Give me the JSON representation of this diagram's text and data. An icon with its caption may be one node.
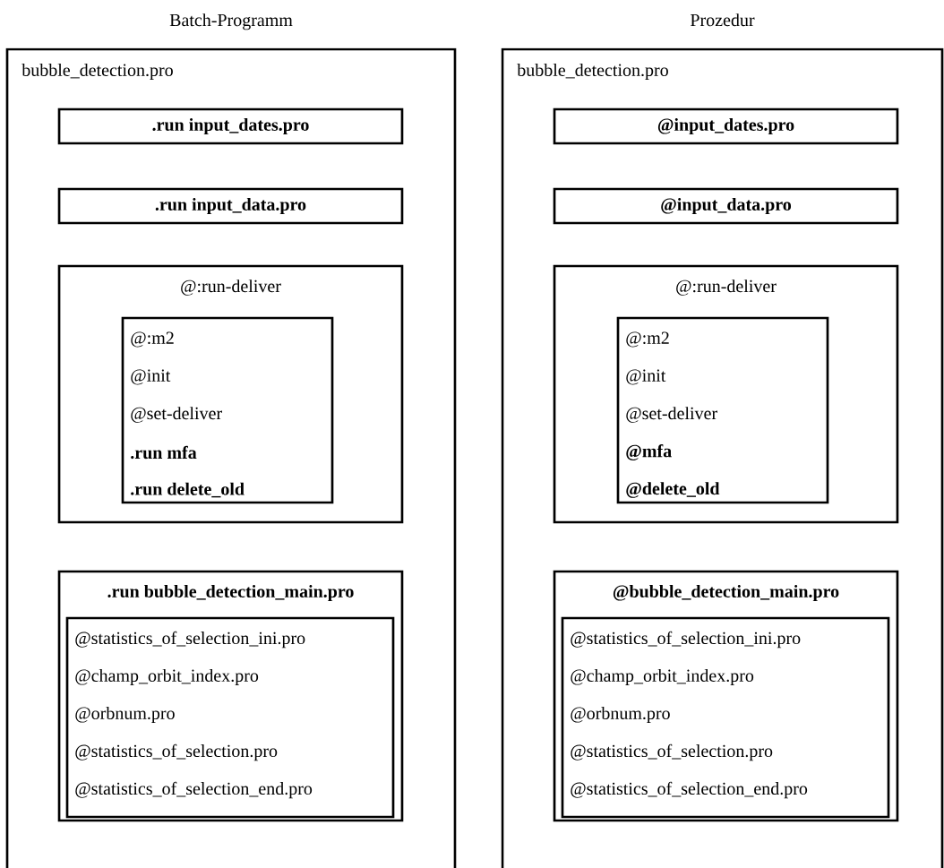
{
  "diagram": {
    "nodes": [
      {
        "text": [
          "Batch-Programm",
          "bubble_detection.pro"
        ]
      },
      {
        "text": [
          ".run input_dates.pro"
        ],
        "in": 0
      },
      {
        "text": [
          ".run input_data.pro"
        ],
        "in": 0
      },
      {
        "text": [
          "@:run-deliver"
        ],
        "in": 0
      },
      {
        "text": [
          "@:m2",
          "@init",
          "@set-deliver",
          ".run mfa",
          ".run delete_old"
        ],
        "in": 3
      },
      {
        "text": [
          ".run bubble_detection_main.pro"
        ],
        "in": 0
      },
      {
        "text": [
          "@statistics_of_selection_ini.pro",
          "@champ_orbit_index.pro",
          "@orbnum.pro",
          "@statistics_of_selection.pro",
          "@statistics_of_selection_end.pro"
        ],
        "in": 5
      },
      {
        "text": [
          "Prozedur",
          "bubble_detection.pro"
        ]
      },
      {
        "text": [
          "@input_dates.pro"
        ],
        "in": 7
      },
      {
        "text": [
          "@input_data.pro"
        ],
        "in": 7
      },
      {
        "text": [
          "@:run-deliver"
        ],
        "in": 7
      },
      {
        "text": [
          "@:m2",
          "@init",
          "@set-deliver",
          "@mfa",
          "@delete_old"
        ],
        "in": 10
      },
      {
        "text": [
          "@bubble_detection_main.pro"
        ],
        "in": 7
      },
      {
        "text": [
          "@statistics_of_selection_ini.pro",
          "@champ_orbit_index.pro",
          "@orbnum.pro",
          "@statistics_of_selection.pro",
          "@statistics_of_selection_end.pro"
        ],
        "in": 12
      }
    ]
  }
}
